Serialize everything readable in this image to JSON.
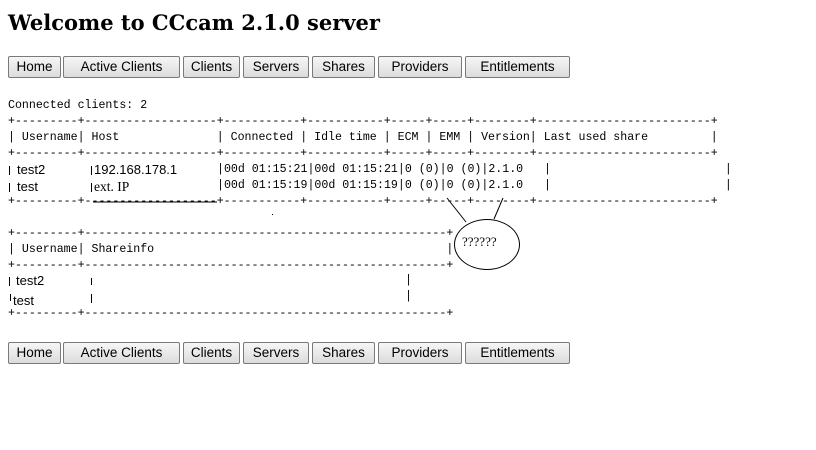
{
  "page": {
    "title": "Welcome to CCcam 2.1.0 server"
  },
  "nav": {
    "home": "Home",
    "active_clients": "Active Clients",
    "clients": "Clients",
    "servers": "Servers",
    "shares": "Shares",
    "providers": "Providers",
    "entitlements": "Entitlements"
  },
  "connected": {
    "label": "Connected clients: 2"
  },
  "clients_table": {
    "border": "+---------+-------------------+-----------+-----------+-----+-----+--------+-------------------------+",
    "header": "| Username| Host              | Connected | Idle time | ECM | EMM | Version| Last used share         |",
    "rows": [
      {
        "username": "test2",
        "host": "192.168.178.1",
        "rest": "|00d 01:15:21|00d 01:15:21|0 (0)|0 (0)|2.1.0   |                         |"
      },
      {
        "username": "test",
        "host": "ext. IP",
        "rest": "|00d 01:15:19|00d 01:15:19|0 (0)|0 (0)|2.1.0   |                         |"
      }
    ]
  },
  "shares_table": {
    "border": "+---------+----------------------------------------------------+",
    "header": "| Username| Shareinfo                                          |",
    "end_bars": "|\n|",
    "rows": [
      {
        "username": "test2"
      },
      {
        "username": "test"
      }
    ]
  },
  "annotation": {
    "text": "??????"
  }
}
